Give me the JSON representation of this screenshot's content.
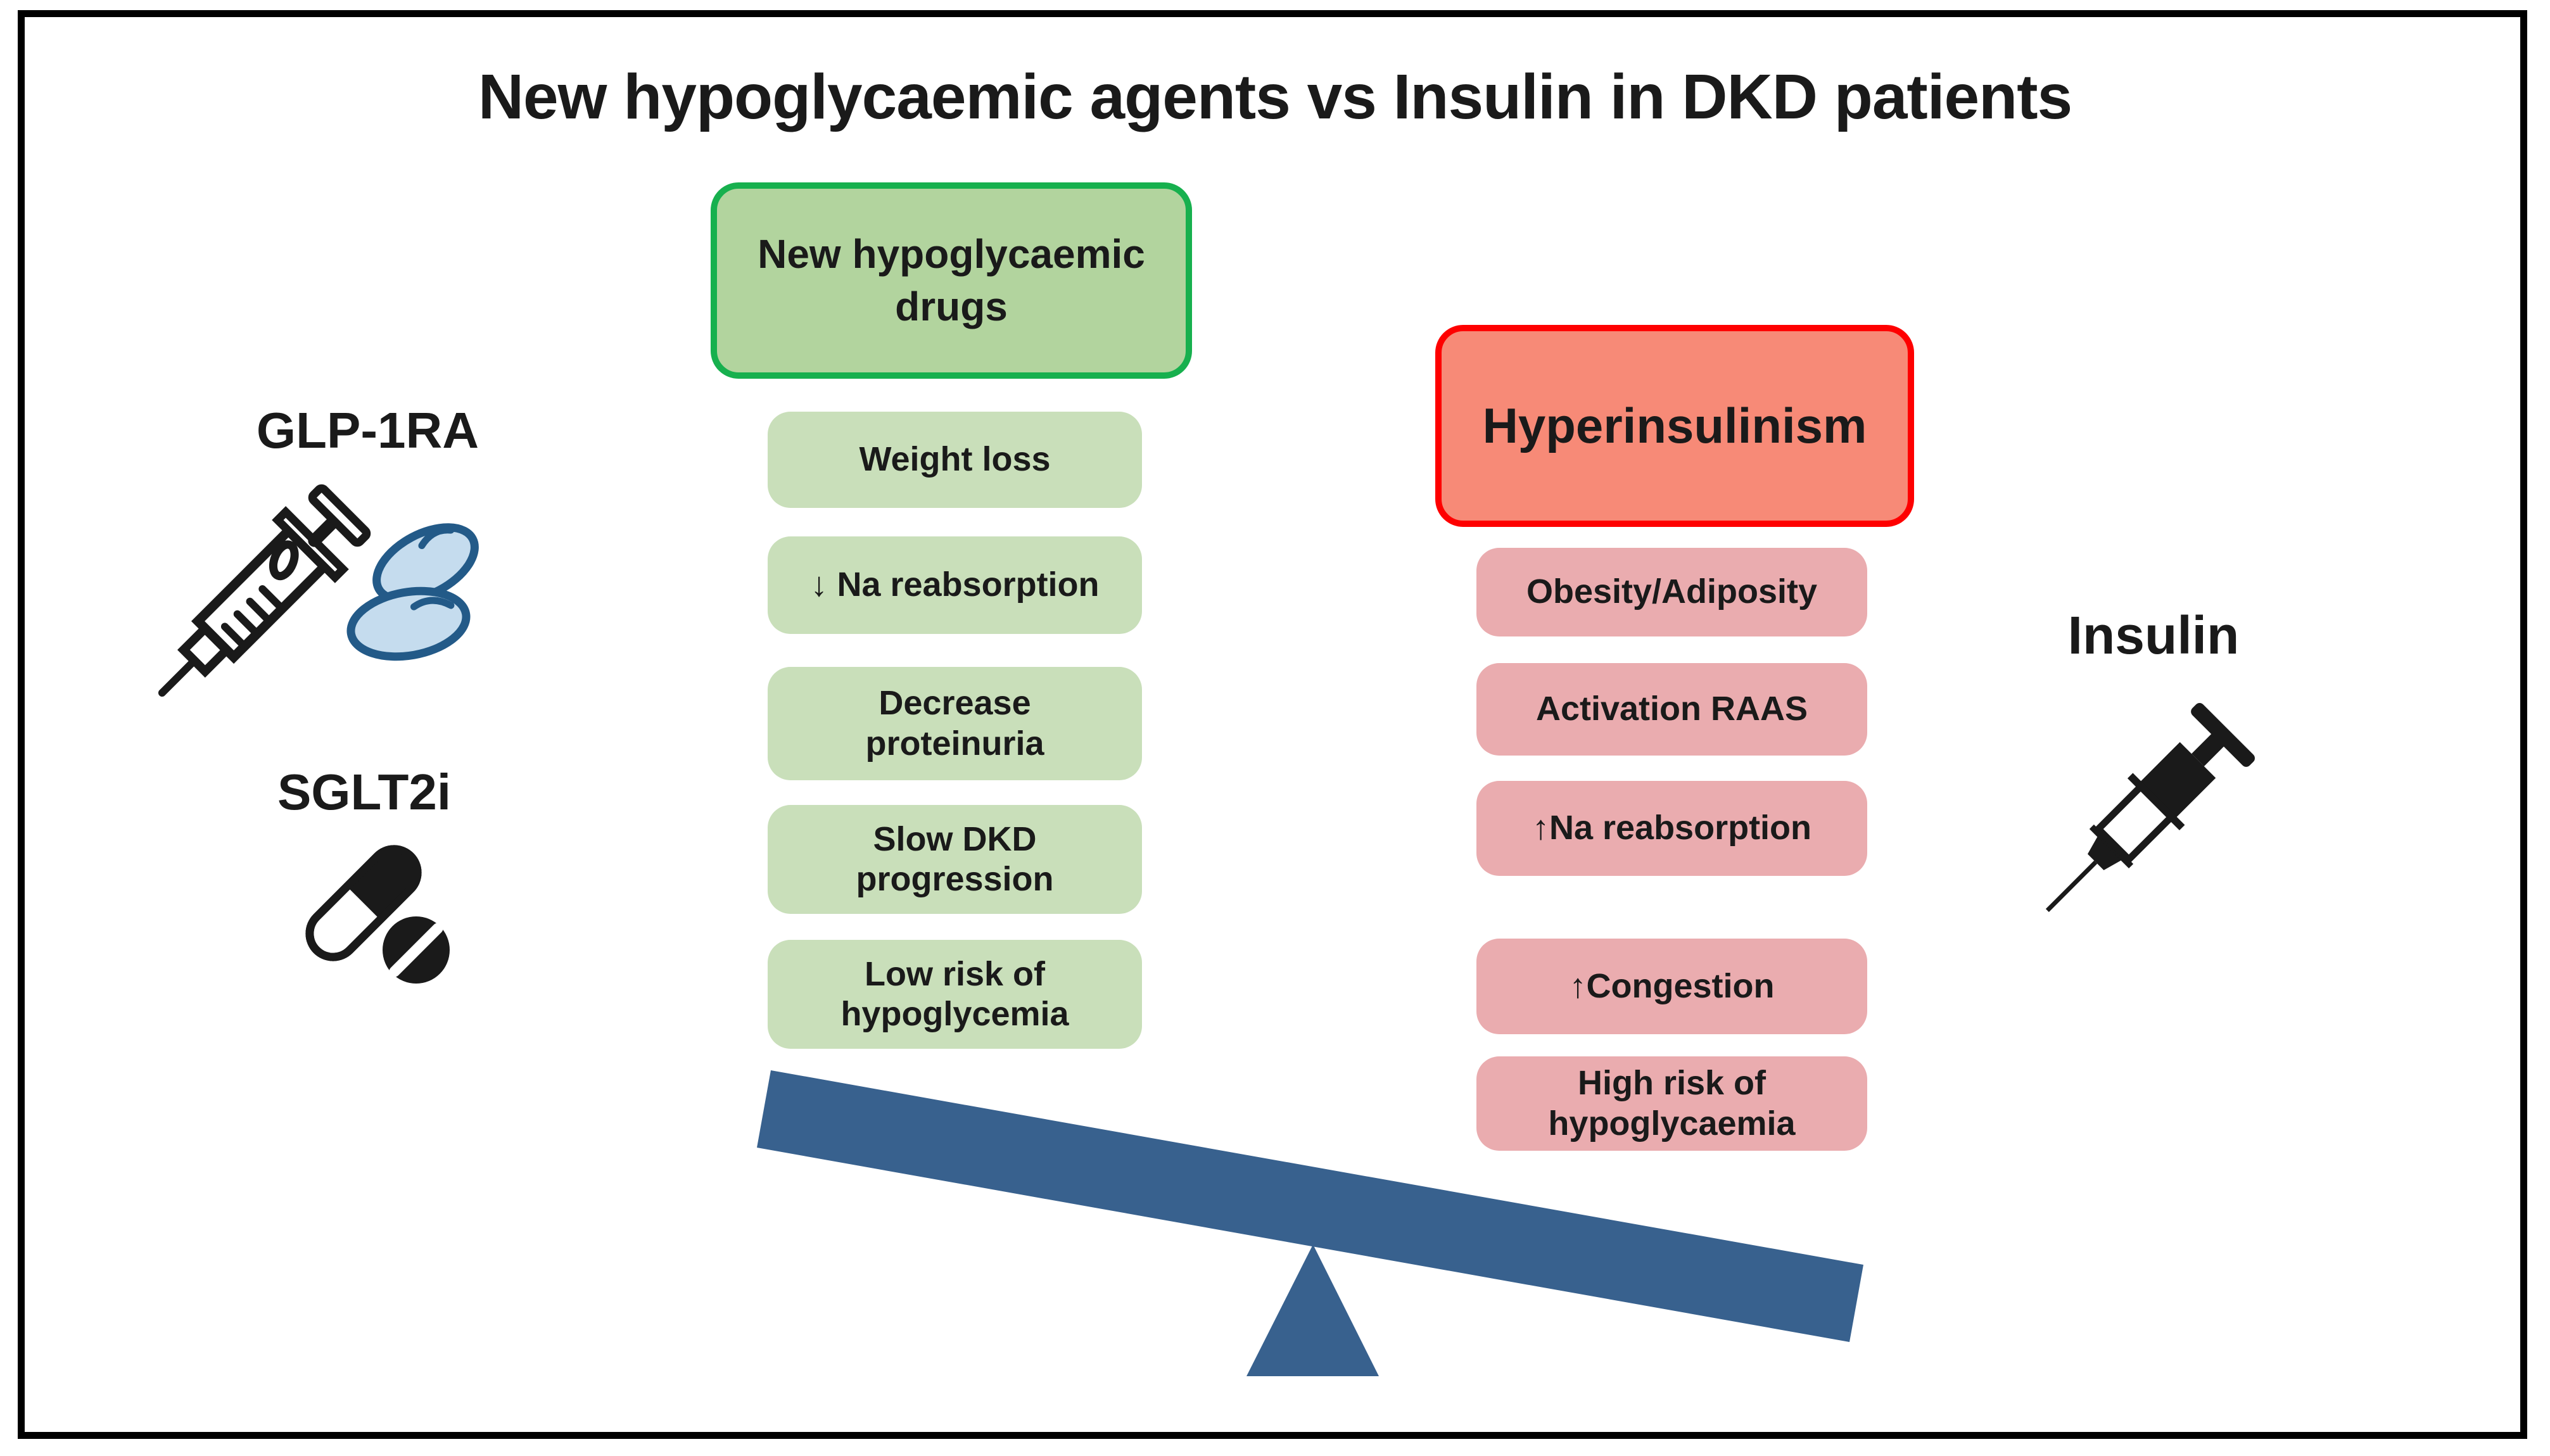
{
  "title": "New hypoglycaemic agents vs Insulin in DKD patients",
  "left_panel": {
    "header": "New hypoglycaemic\ndrugs",
    "items": [
      "Weight loss",
      "↓ Na reabsorption",
      "Decrease\nproteinuria",
      "Slow DKD\nprogression",
      "Low risk of\nhypoglycemia"
    ]
  },
  "right_panel": {
    "header": "Hyperinsulinism",
    "items": [
      "Obesity/Adiposity",
      "Activation RAAS",
      "↑Na reabsorption",
      "↑Congestion",
      "High risk of\nhypoglycaemia"
    ]
  },
  "labels": {
    "glp1ra": "GLP-1RA",
    "sglt2i": "SGLT2i",
    "insulin": "Insulin"
  },
  "icons": {
    "left_drug_icons": [
      "syringe-outline-icon",
      "two-oval-pills-icon",
      "capsule-and-tablet-icon"
    ],
    "right_drug_icons": [
      "insulin-syringe-icon"
    ],
    "balance": "seesaw-tilted-left-up"
  },
  "colors": {
    "green_border": "#17b04e",
    "green_header_fill": "#b2d49e",
    "green_item_fill": "#c9dfba",
    "red_border": "#fe0000",
    "red_header_fill": "#f78a77",
    "pink_item_fill": "#eaacaf",
    "seesaw_blue": "#38618e",
    "pill_fill": "#c5dcee",
    "pill_stroke": "#235a88",
    "ink": "#1a1a1a"
  }
}
